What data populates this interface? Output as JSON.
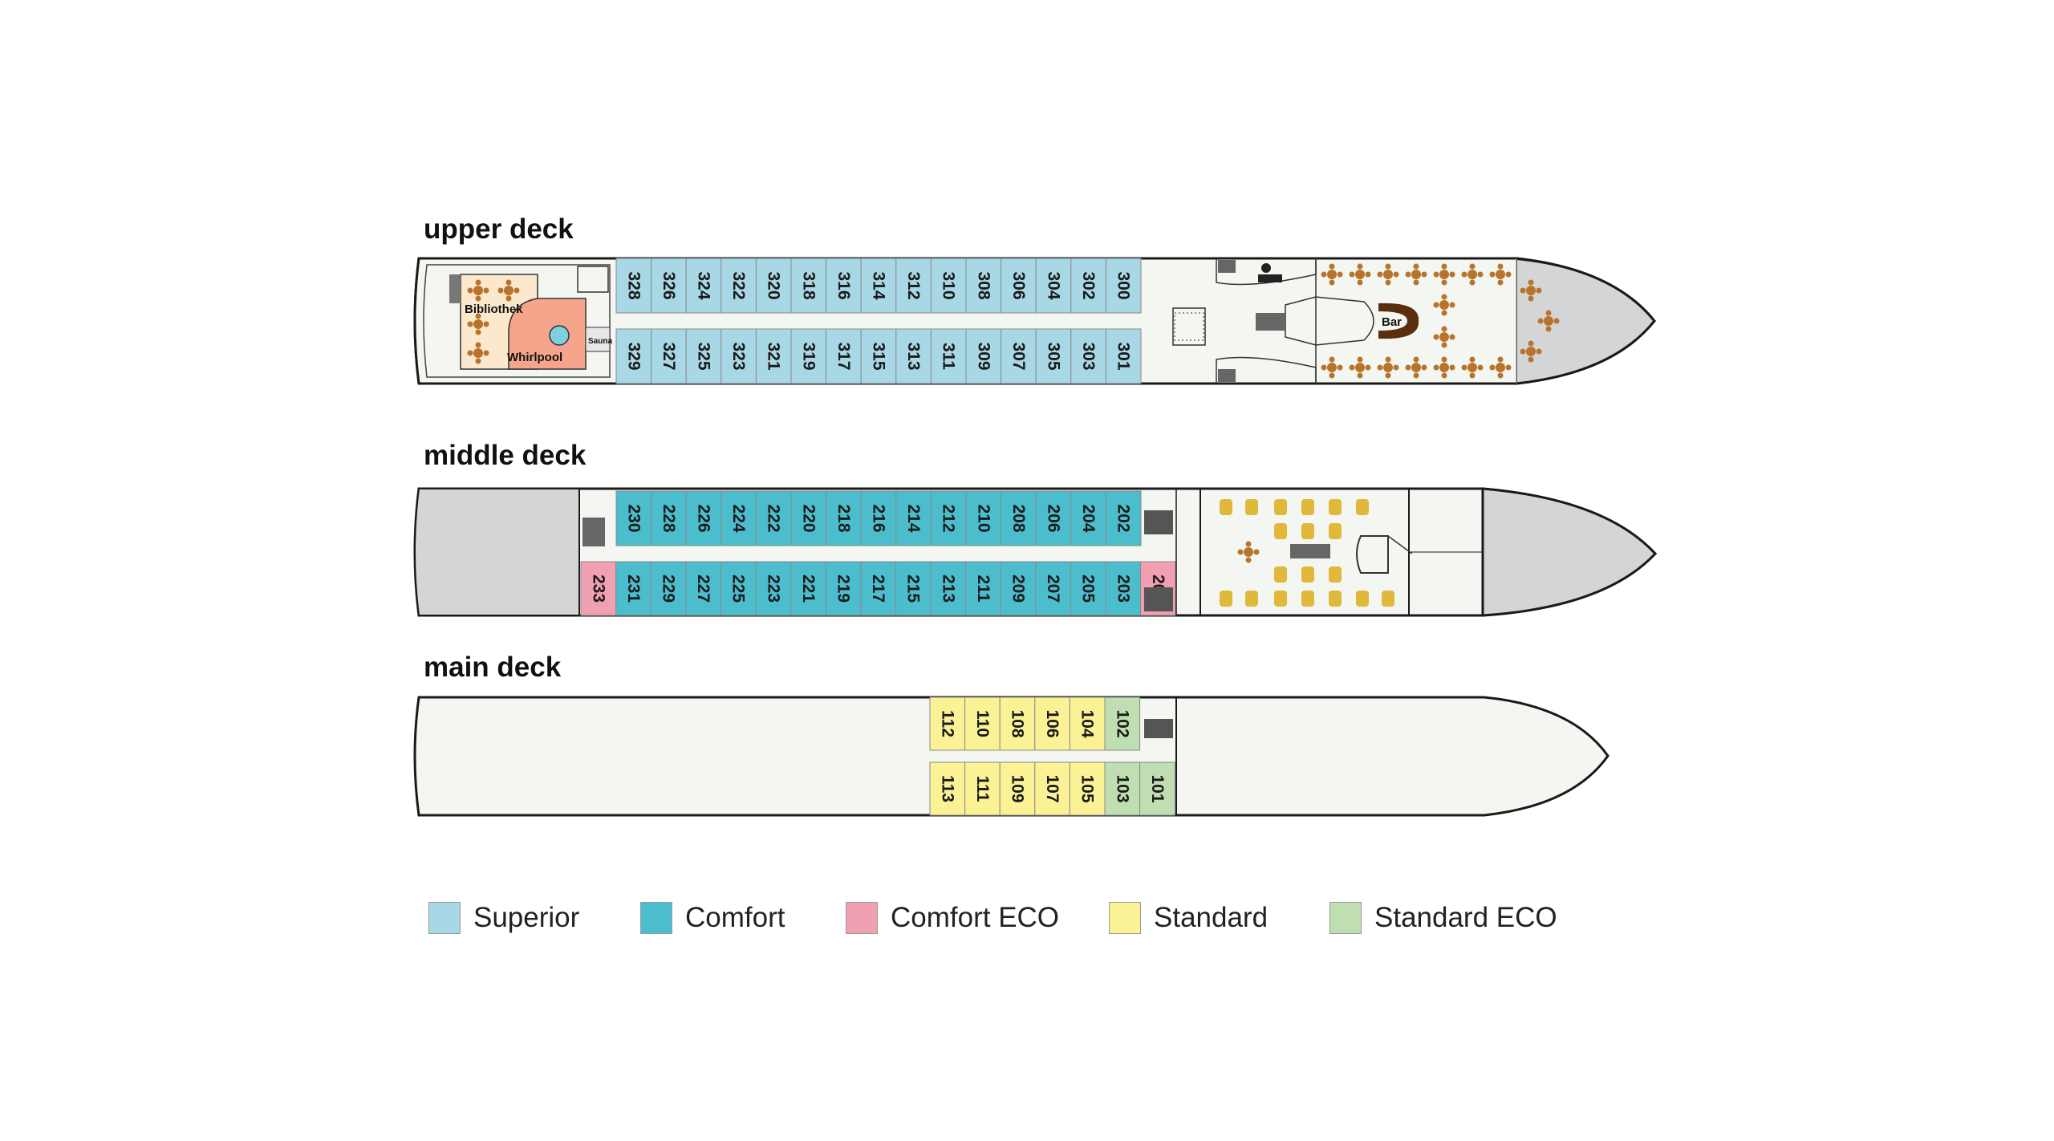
{
  "decks": {
    "upper": {
      "title": "upper deck",
      "top_row": [
        "328",
        "326",
        "324",
        "322",
        "320",
        "318",
        "316",
        "314",
        "312",
        "310",
        "308",
        "306",
        "304",
        "302",
        "300"
      ],
      "bottom_row": [
        "329",
        "327",
        "325",
        "323",
        "321",
        "319",
        "317",
        "315",
        "313",
        "311",
        "309",
        "307",
        "305",
        "303",
        "301"
      ],
      "rooms": {
        "library": "Bibliothek",
        "whirlpool": "Whirlpool",
        "sauna": "Sauna",
        "bar": "Bar"
      }
    },
    "middle": {
      "title": "middle deck",
      "top_row": [
        "230",
        "228",
        "226",
        "224",
        "222",
        "220",
        "218",
        "216",
        "214",
        "212",
        "210",
        "208",
        "206",
        "204",
        "202"
      ],
      "bottom_row": [
        "233",
        "231",
        "229",
        "227",
        "225",
        "223",
        "221",
        "219",
        "217",
        "215",
        "213",
        "211",
        "209",
        "207",
        "205",
        "203",
        "201"
      ]
    },
    "main": {
      "title": "main deck",
      "top_row": [
        "112",
        "110",
        "108",
        "106",
        "104",
        "102"
      ],
      "bottom_row": [
        "113",
        "111",
        "109",
        "107",
        "105",
        "103",
        "101"
      ]
    }
  },
  "categories": {
    "superior": {
      "label": "Superior",
      "color": "#a8d8e6"
    },
    "comfort": {
      "label": "Comfort",
      "color": "#4bbdcc"
    },
    "comfort_eco": {
      "label": "Comfort ECO",
      "color": "#f0a0b0"
    },
    "standard": {
      "label": "Standard",
      "color": "#fbf296"
    },
    "standard_eco": {
      "label": "Standard ECO",
      "color": "#bfdfb2"
    }
  },
  "colors": {
    "hull": "#f4f6f1",
    "bow": "#d3d5d7",
    "furniture": "#b8742c",
    "chairs": "#e0b83a",
    "bar": "#5a2e0f",
    "wellness": "#f4a58c",
    "library": "#fbe8cd"
  },
  "icons": [
    "stairs-icon",
    "reception-desk-icon",
    "dining-table-icon",
    "bar-counter-icon"
  ]
}
